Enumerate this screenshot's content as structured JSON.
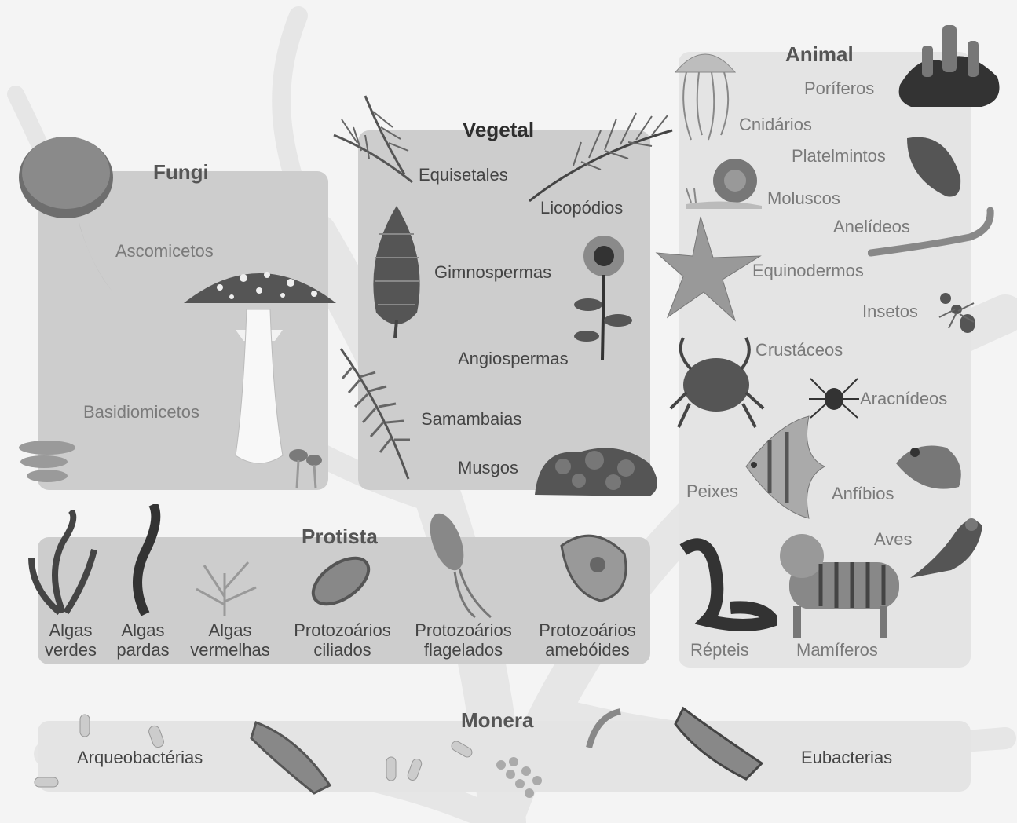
{
  "kingdoms": {
    "fungi": {
      "title": "Fungi",
      "groups": [
        "Ascomicetos",
        "Basidiomicetos"
      ]
    },
    "vegetal": {
      "title": "Vegetal",
      "groups": [
        "Equisetales",
        "Licopódios",
        "Gimnospermas",
        "Angiospermas",
        "Samambaias",
        "Musgos"
      ]
    },
    "animal": {
      "title": "Animal",
      "groups": [
        "Poríferos",
        "Cnidários",
        "Platelmintos",
        "Moluscos",
        "Anelídeos",
        "Equinodermos",
        "Insetos",
        "Crustáceos",
        "Aracnídeos",
        "Peixes",
        "Anfíbios",
        "Aves",
        "Répteis",
        "Mamíferos"
      ]
    },
    "protista": {
      "title": "Protista",
      "groups": [
        {
          "line1": "Algas",
          "line2": "verdes"
        },
        {
          "line1": "Algas",
          "line2": "pardas"
        },
        {
          "line1": "Algas",
          "line2": "vermelhas"
        },
        {
          "line1": "Protozoários",
          "line2": "ciliados"
        },
        {
          "line1": "Protozoários",
          "line2": "flagelados"
        },
        {
          "line1": "Protozoários",
          "line2": "amebóides"
        }
      ]
    },
    "monera": {
      "title": "Monera",
      "groups": [
        "Arqueobactérias",
        "Eubacterias"
      ]
    }
  },
  "icons": [
    "brown-cap-mushroom",
    "fly-agaric-mushroom",
    "oyster-mushroom",
    "small-mushrooms",
    "horsetail",
    "clubmoss",
    "pine-cone",
    "sunflower",
    "fern",
    "moss",
    "sponge",
    "jellyfish",
    "flatworm",
    "snail",
    "earthworm",
    "starfish",
    "ant",
    "crab",
    "spider",
    "angelfish",
    "frog",
    "sparrow",
    "cobra",
    "tiger",
    "green-algae",
    "brown-algae",
    "red-algae",
    "ciliate",
    "flagellate",
    "amoeba",
    "bacteria"
  ]
}
